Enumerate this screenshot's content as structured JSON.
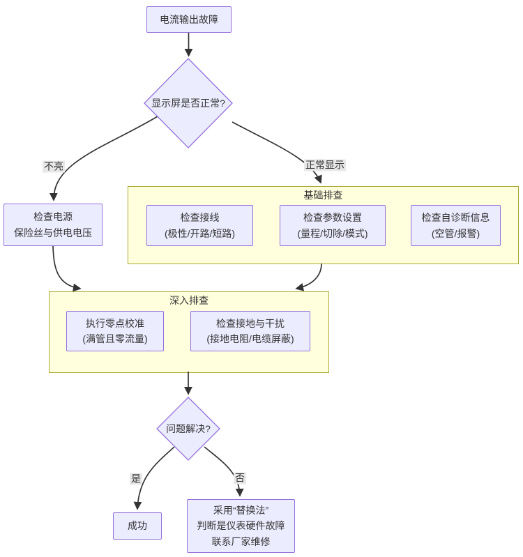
{
  "colors": {
    "node_fill": "#ececff",
    "node_border": "#9370db",
    "cluster_fill": "#ffffde",
    "cluster_border": "#aaaa33",
    "edge_color": "#333333",
    "label_bg": "#e8e8e8",
    "text_color": "#333333",
    "background": "#ffffff"
  },
  "nodes": {
    "start": {
      "label": "电流输出故障"
    },
    "display_check": {
      "label": "显示屏是否正常?"
    },
    "power": {
      "line1": "检查电源",
      "line2": "保险丝与供电电压"
    },
    "wiring": {
      "line1": "检查接线",
      "line2": "(极性/开路/短路)"
    },
    "params": {
      "line1": "检查参数设置",
      "line2": "(量程/切除/模式)"
    },
    "selfdiag": {
      "line1": "检查自诊断信息",
      "line2": "(空管/报警)"
    },
    "zero_cal": {
      "line1": "执行零点校准",
      "line2": "(满管且零流量)"
    },
    "grounding": {
      "line1": "检查接地与干扰",
      "line2": "(接地电阻/电缆屏蔽)"
    },
    "solved_check": {
      "label": "问题解决?"
    },
    "success": {
      "label": "成功"
    },
    "replace": {
      "line1": "采用“替换法”",
      "line2": "判断是仪表硬件故障",
      "line3": "联系厂家维修"
    }
  },
  "clusters": {
    "basic": {
      "title": "基础排查"
    },
    "deep": {
      "title": "深入排查"
    }
  },
  "edge_labels": {
    "dark": "不亮",
    "normal": "正常显示",
    "yes": "是",
    "no": "否"
  }
}
